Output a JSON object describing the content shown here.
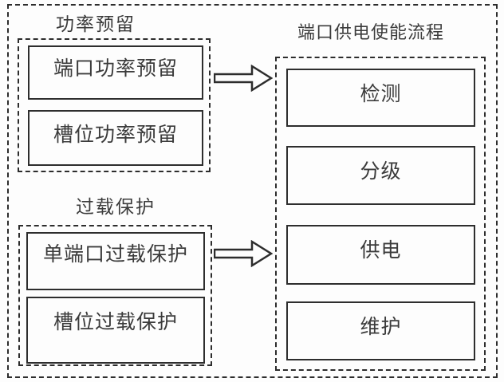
{
  "colors": {
    "line": "#2d2d2d",
    "text": "#3b3b3b",
    "background": "#fdfdfd"
  },
  "diagram": {
    "groups": [
      {
        "label": "功率预留",
        "boxes": [
          "端口功率预留",
          "槽位功率预留"
        ]
      },
      {
        "label": "过载保护",
        "boxes": [
          "单端口过载保护",
          "槽位过载保护"
        ]
      },
      {
        "label": "端口供电使能流程",
        "boxes": [
          "检测",
          "分级",
          "供电",
          "维护"
        ]
      }
    ],
    "arrows": [
      {
        "from": "功率预留",
        "to": "端口供电使能流程",
        "direction": "right"
      },
      {
        "from": "过载保护",
        "to": "端口供电使能流程",
        "direction": "right"
      }
    ]
  }
}
